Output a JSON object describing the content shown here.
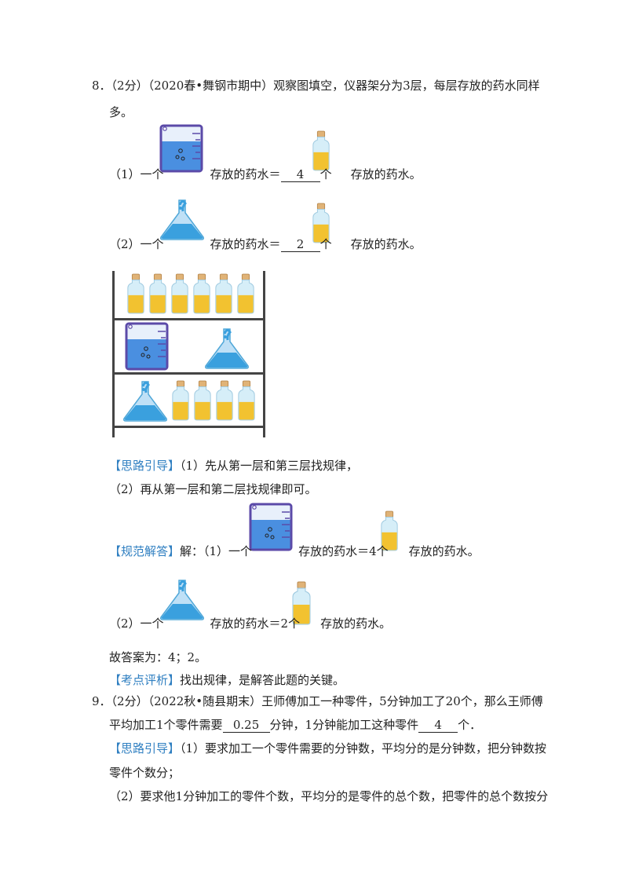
{
  "q8": {
    "num": "8．",
    "score": "（2分）",
    "source": "（2020春•舞钢市期中）",
    "stem1": "观察图填空，仪器架分为3层，每层存放的药水同样",
    "stem2": "多。",
    "p1": {
      "pre": "（1）一个",
      "mid": "存放的药水＝",
      "ans": "4",
      "unit": "个",
      "post": "存放的药水。"
    },
    "p2": {
      "pre": "（2）一个",
      "mid": "存放的药水＝",
      "ans": "2",
      "unit": "个",
      "post": "存放的药水。"
    },
    "hint_tag": "【思路引导】",
    "hint1": "（1）先从第一层和第三层找规律，",
    "hint2": "（2）再从第一层和第二层找规律即可。",
    "sol_tag": "【规范解答】",
    "sol1_pre": "解：（1）一个",
    "sol1_mid": "存放的药水＝4个",
    "sol1_post": "存放的药水。",
    "sol2_pre": "（2）一个",
    "sol2_mid": "存放的药水＝2个",
    "sol2_post": "存放的药水。",
    "answer": "故答案为：4；2。",
    "eval_tag": "【考点评析】",
    "eval": "找出规律，是解答此题的关键。"
  },
  "q9": {
    "num": "9．",
    "score": "（2分）",
    "source": "（2022秋•随县期末）",
    "stem1": "王师傅加工一种零件，5分钟加工了20个，那么王师傅",
    "stem2_a": "平均加工1个零件需要",
    "ans1": "0.25",
    "stem2_b": "分钟，1分钟能加工这种零件",
    "ans2": "4",
    "stem2_c": "个．",
    "hint_tag": "【思路引导】",
    "hint1": "（1）要求加工一个零件需要的分钟数，平均分的是分钟数，把分钟数按",
    "hint2": "零件个数分；",
    "hint3": "（2）要求他1分钟加工的零件个数，平均分的是零件的总个数，把零件的总个数按分"
  },
  "colors": {
    "tag": "#2f7fc1",
    "liquid_blue": "#4a8fe0",
    "liquid_yellow": "#f2c230"
  }
}
